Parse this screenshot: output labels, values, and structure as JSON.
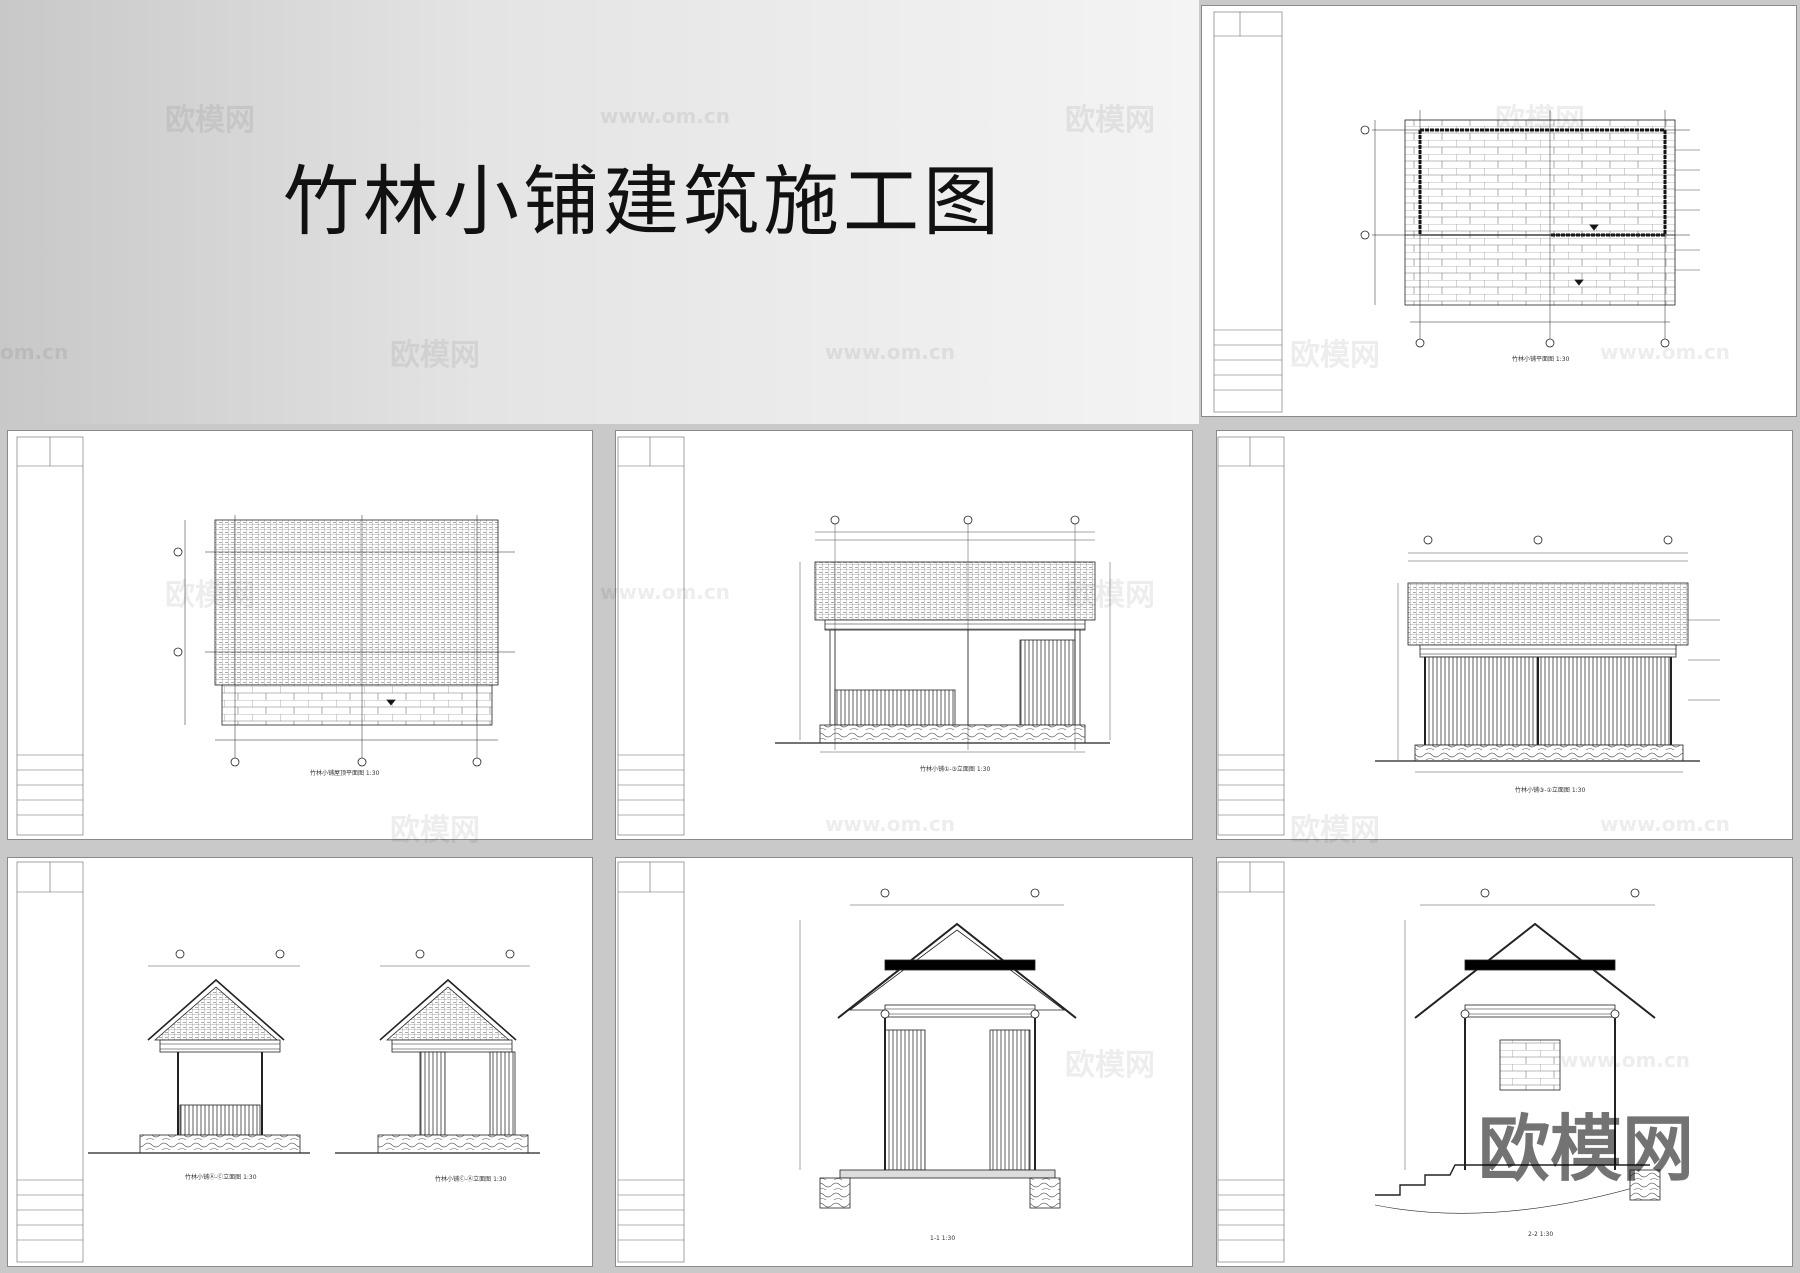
{
  "title": "竹林小铺建筑施工图",
  "watermark": {
    "cn": "欧模网",
    "url": "www.om.cn",
    "partial_url": "om.cn"
  },
  "sheets": [
    {
      "id": "floor-plan",
      "caption": "竹林小铺平面图 1:30"
    },
    {
      "id": "roof-plan",
      "caption": "竹林小铺屋顶平面图 1:30"
    },
    {
      "id": "front-elevation",
      "caption": "竹林小铺①-③立面图 1:30"
    },
    {
      "id": "rear-elevation",
      "caption": "竹林小铺③-①立面图 1:30"
    },
    {
      "id": "side-elevations",
      "caption_left": "竹林小铺Ⓐ-Ⓒ立面图 1:30",
      "caption_right": "竹林小铺Ⓒ-Ⓐ立面图 1:30"
    },
    {
      "id": "section-1-1",
      "caption": "1-1 1:30"
    },
    {
      "id": "section-2-2",
      "caption": "2-2 1:30"
    }
  ]
}
